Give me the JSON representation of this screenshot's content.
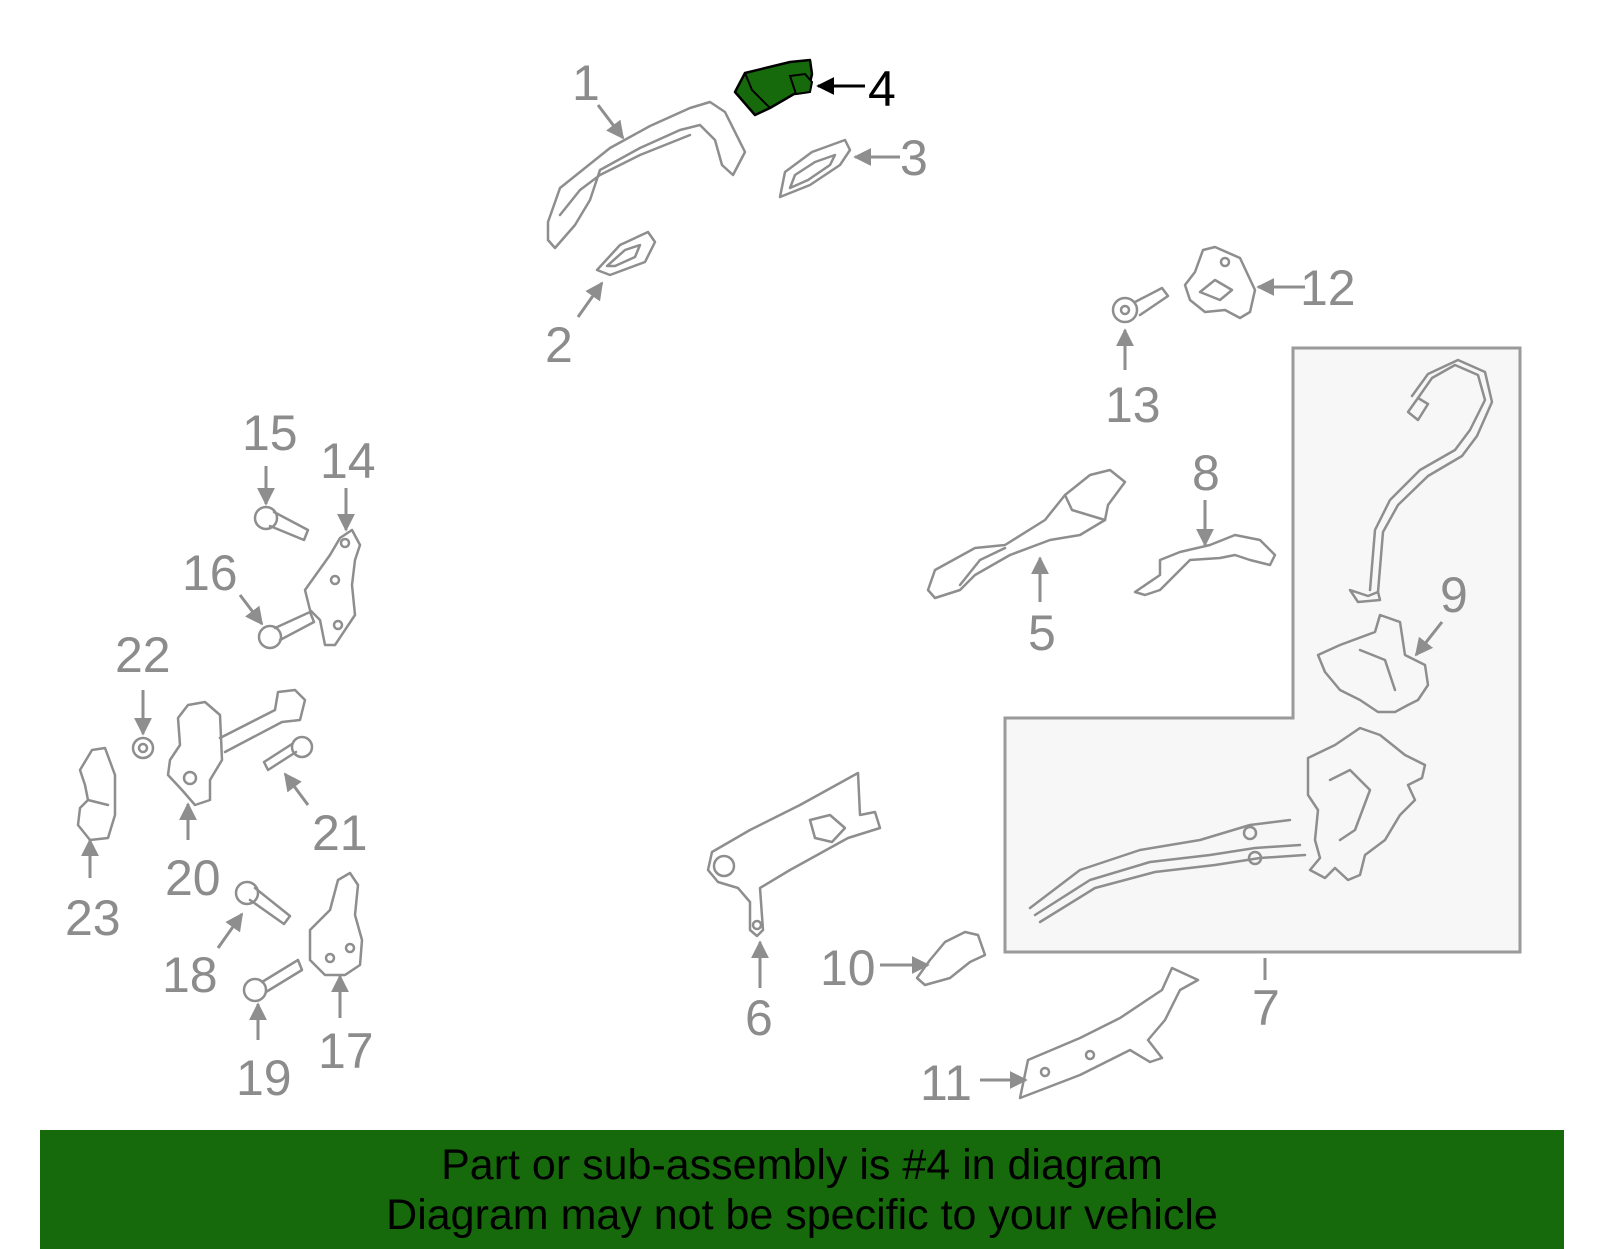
{
  "diagram": {
    "highlight_color": "#176a0c",
    "part_stroke_color": "#8e8e8e",
    "callouts": [
      "1",
      "2",
      "3",
      "4",
      "5",
      "6",
      "7",
      "8",
      "9",
      "10",
      "11",
      "12",
      "13",
      "14",
      "15",
      "16",
      "17",
      "18",
      "19",
      "20",
      "21",
      "22",
      "23"
    ],
    "highlighted_callout": "4"
  },
  "banner": {
    "line1": "Part or sub-assembly is #4 in diagram",
    "line2": "Diagram may not be specific to your vehicle",
    "background": "#176a0c"
  }
}
